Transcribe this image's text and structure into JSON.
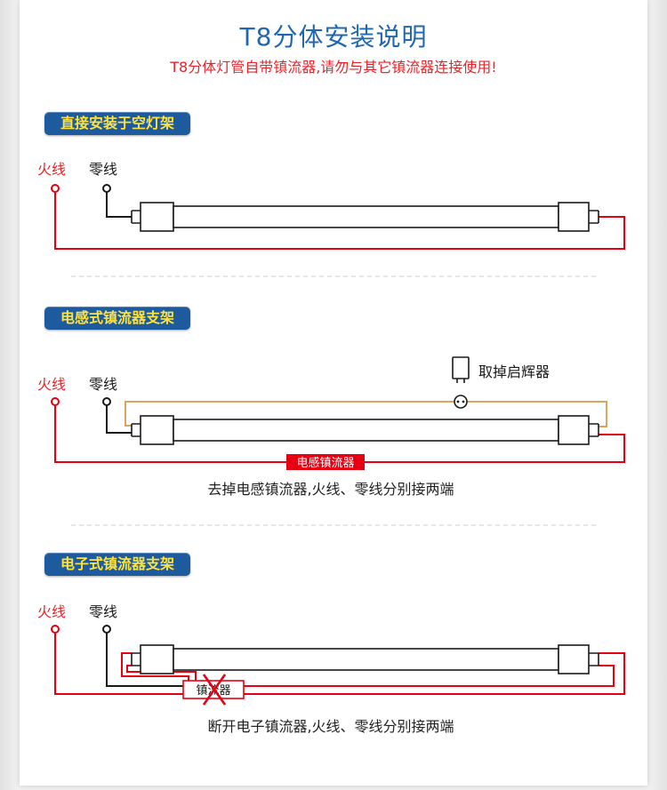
{
  "colors": {
    "title_blue": "#1f66b3",
    "warning_red": "#e8242a",
    "wire_red": "#e60012",
    "wire_black": "#1a1a1a",
    "starter_wire": "#d8a65e",
    "badge_blue": "#1d5a9e",
    "badge_text": "#ffe33d",
    "divider": "#cfcfcf",
    "caption_text": "#222222"
  },
  "icons": {
    "starter": "starter-icon",
    "starter_socket": "starter-socket-icon",
    "ballast_removed": "cross-mark-icon"
  },
  "header": {
    "title": "T8分体安装说明",
    "warning": "T8分体灯管自带镇流器,请勿与其它镇流器连接使用!"
  },
  "sections": [
    {
      "badge": "直接安装于空灯架",
      "live_label": "火线",
      "neutral_label": "零线"
    },
    {
      "badge": "电感式镇流器支架",
      "live_label": "火线",
      "neutral_label": "零线",
      "starter_label": "取掉启辉器",
      "ballast_label": "电感镇流器",
      "caption": "去掉电感镇流器,火线、零线分别接两端"
    },
    {
      "badge": "电子式镇流器支架",
      "live_label": "火线",
      "neutral_label": "零线",
      "ballast_label": "镇流器",
      "caption": "断开电子镇流器,火线、零线分别接两端"
    }
  ]
}
